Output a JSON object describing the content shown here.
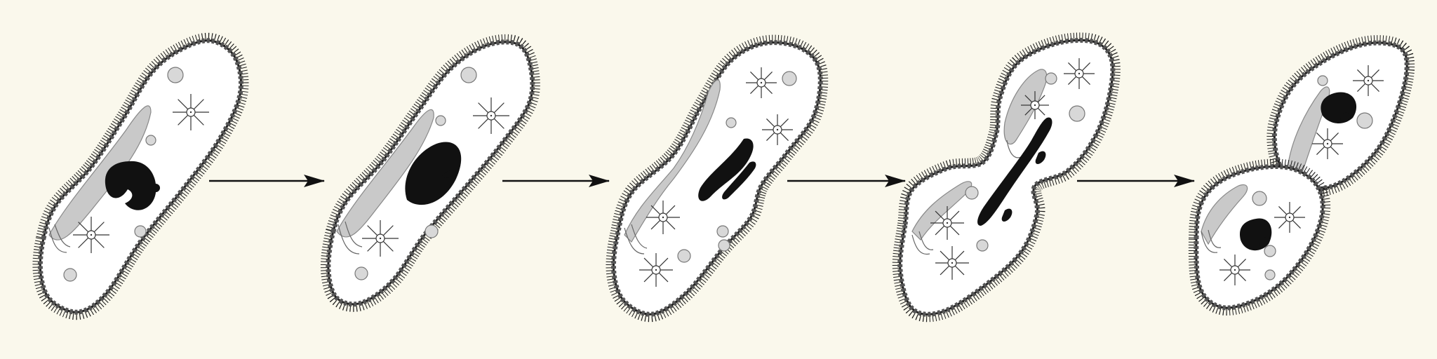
{
  "diagram": {
    "type": "process-sequence",
    "stage_count": 5,
    "transition_count": 4,
    "stages": [
      {
        "id": "stage-1"
      },
      {
        "id": "stage-2"
      },
      {
        "id": "stage-3"
      },
      {
        "id": "stage-4"
      },
      {
        "id": "stage-5"
      }
    ]
  },
  "colors": {
    "background": "#faf8ec",
    "cell_fill": "#ffffff",
    "cilia": "#1a1a1a",
    "membrane_bead": "#555555",
    "oral_groove": "#c9c9c9",
    "nucleus": "#111111",
    "vacuole": "#d8d8d8",
    "arrow": "#111111"
  }
}
